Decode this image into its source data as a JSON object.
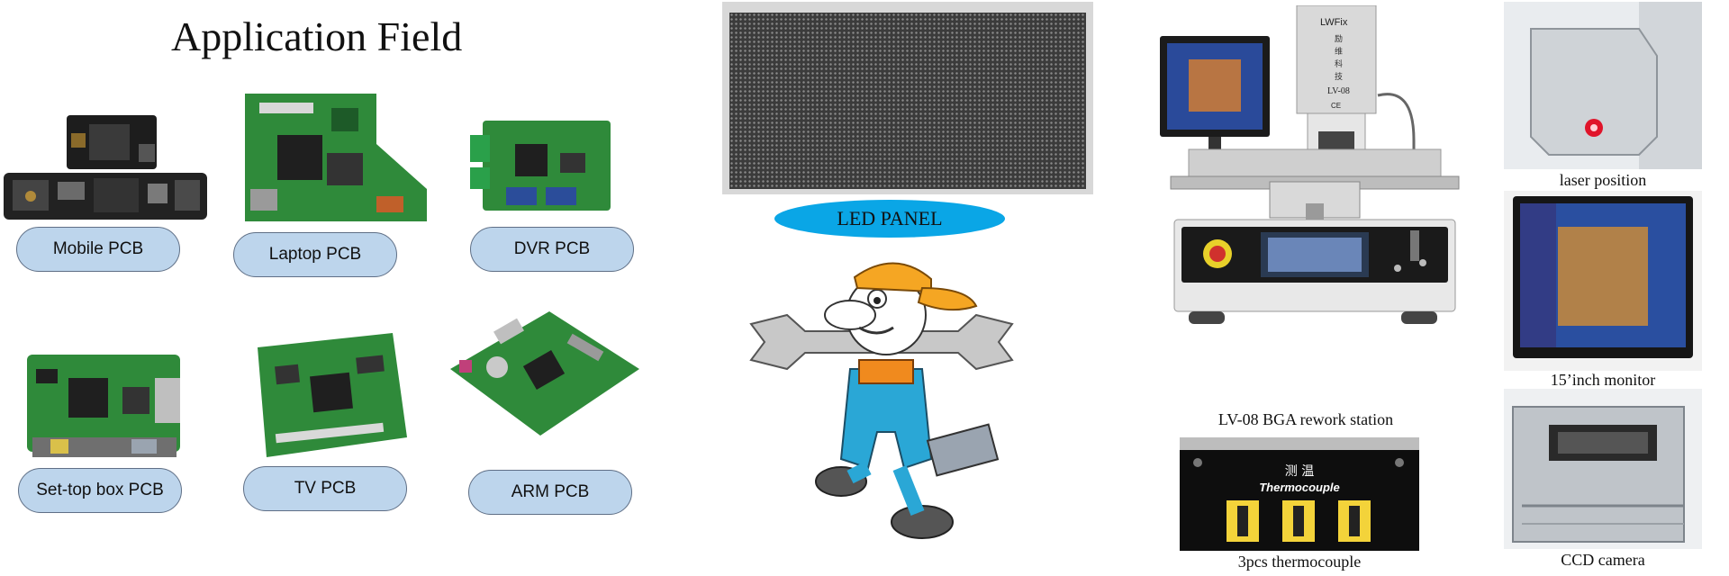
{
  "title": "Application Field",
  "applications": [
    {
      "label": "Mobile PCB"
    },
    {
      "label": "Laptop PCB"
    },
    {
      "label": "DVR PCB"
    },
    {
      "label": "Set-top box PCB"
    },
    {
      "label": "TV PCB"
    },
    {
      "label": "ARM PCB"
    }
  ],
  "led_panel_label": "LED PANEL",
  "machine": {
    "brand": "LWFix",
    "model": "LV-08",
    "chinese": [
      "励",
      "维",
      "科",
      "技"
    ],
    "ce_mark": "CE"
  },
  "thermocouple_panel": {
    "chinese": "测 温",
    "word": "Thermocouple"
  },
  "captions": {
    "station": "LV-08 BGA rework station",
    "thermocouple": "3pcs thermocouple",
    "laser": "laser position",
    "monitor": "15’inch monitor",
    "ccd": "CCD camera"
  },
  "colors": {
    "pill_fill": "#bdd5ec",
    "led_label_fill": "#0aa6e6",
    "pcb_green": "#2f8a3a"
  }
}
